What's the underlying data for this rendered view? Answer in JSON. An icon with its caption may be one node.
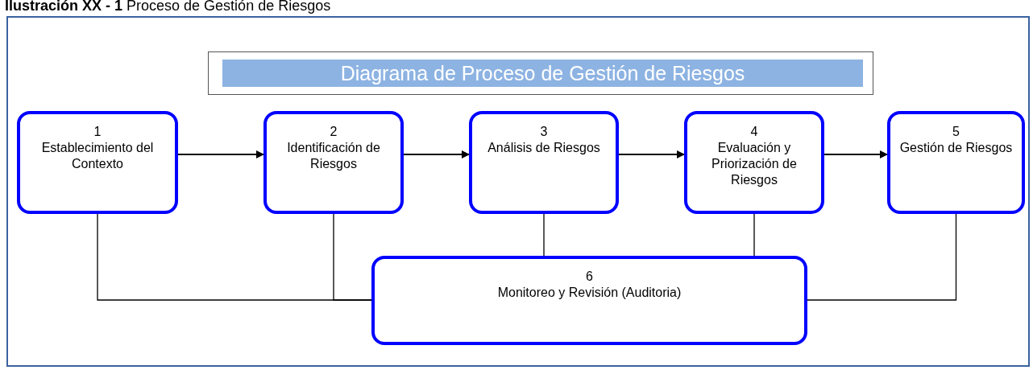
{
  "diagram": {
    "title": "Diagrama de Proceso de Gestión de Riesgos",
    "caption": "**Ilustración XX - 1** Proceso de Gestión de Riesgos",
    "nodes": [
      {
        "text": [
          "1",
          "Establecimiento del Contexto"
        ]
      },
      {
        "text": [
          "2",
          "Identificación de Riesgos"
        ]
      },
      {
        "text": [
          "3",
          "Análisis de Riesgos"
        ]
      },
      {
        "text": [
          "4",
          "Evaluación y Priorización de Riesgos"
        ]
      },
      {
        "text": [
          "5",
          "Gestión de Riesgos"
        ]
      },
      {
        "text": [
          "6",
          "Monitoreo y Revisión (Auditoria)"
        ]
      }
    ],
    "edges": [
      {
        "from": 0,
        "to": 1,
        "arrow": "to"
      },
      {
        "from": 1,
        "to": 2,
        "arrow": "to"
      },
      {
        "from": 2,
        "to": 3,
        "arrow": "to"
      },
      {
        "from": 3,
        "to": 4,
        "arrow": "to"
      },
      {
        "from": 0,
        "to": 5,
        "arrow": "none"
      },
      {
        "from": 1,
        "to": 5,
        "arrow": "none"
      },
      {
        "from": 2,
        "to": 5,
        "arrow": "none"
      },
      {
        "from": 3,
        "to": 5,
        "arrow": "none"
      },
      {
        "from": 4,
        "to": 5,
        "arrow": "none"
      }
    ]
  }
}
